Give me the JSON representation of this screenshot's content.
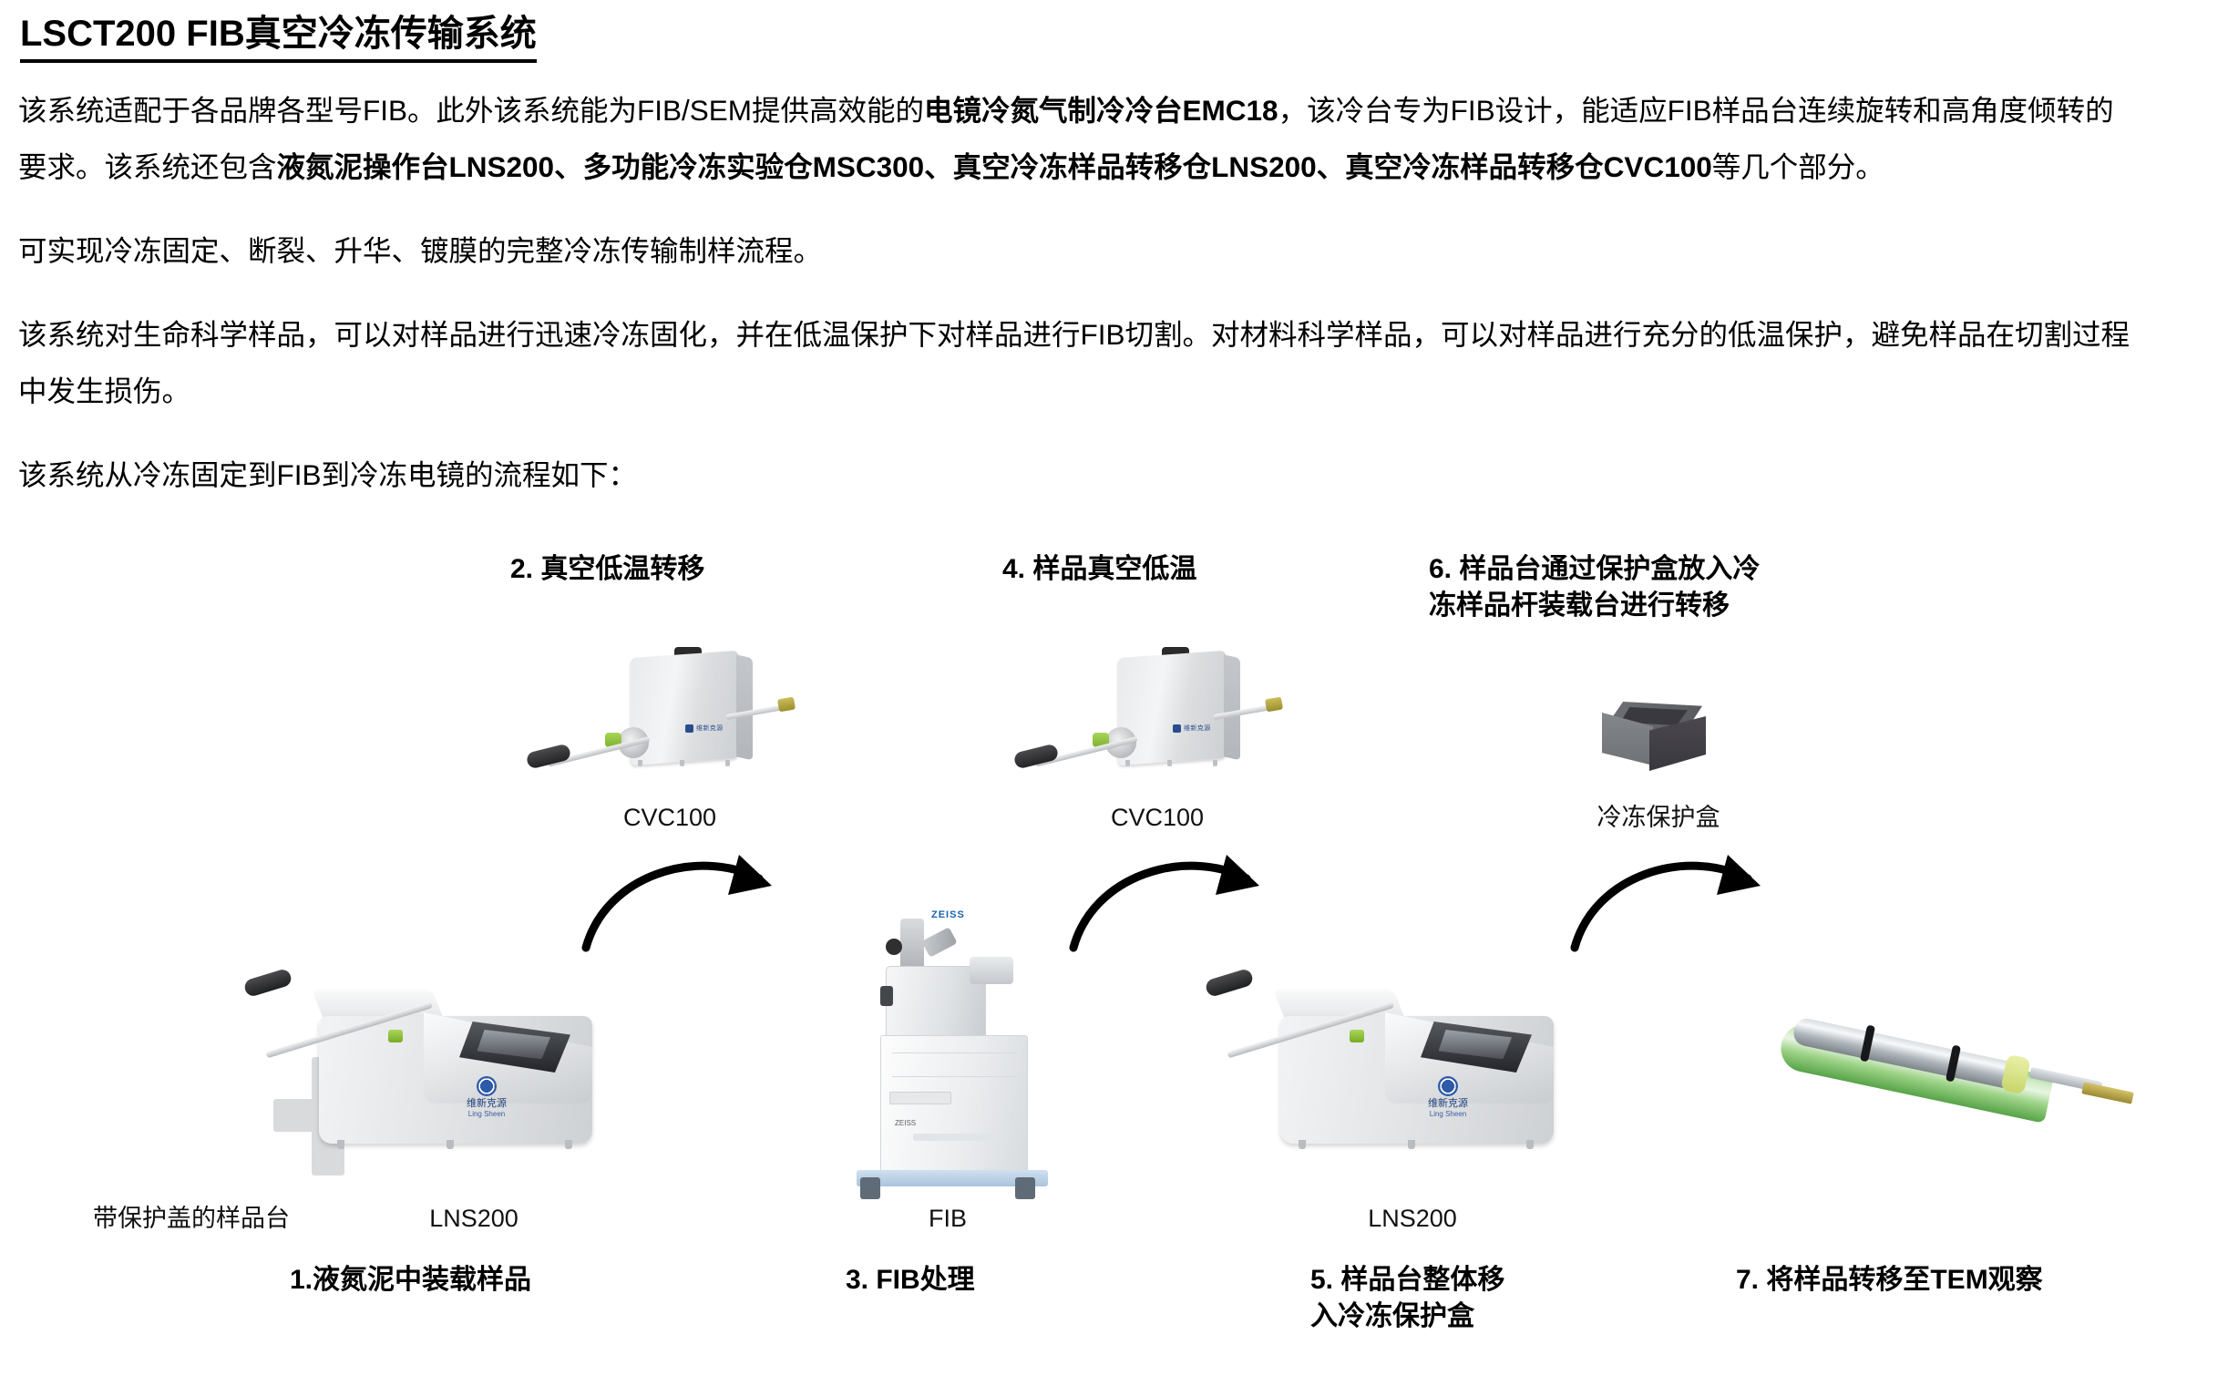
{
  "document": {
    "title": "LSCT200 FIB真空冷冻传输系统",
    "paragraphs": [
      {
        "id": "p1",
        "runs": [
          {
            "t": "该系统适配于各品牌各型号FIB。此外该系统能为FIB/SEM提供高效能的",
            "b": false
          },
          {
            "t": "电镜冷氮气制冷冷台EMC18",
            "b": true
          },
          {
            "t": "，该冷台专为FIB设计，能适应FIB样品台连续旋转和高角度倾转的要求。该系统还包含",
            "b": false
          },
          {
            "t": "液氮泥操作台LNS200、多功能冷冻实验仓MSC300、真空冷冻样品转移仓LNS200、真空冷冻样品转移仓CVC100",
            "b": true
          },
          {
            "t": "等几个部分。",
            "b": false
          }
        ]
      },
      {
        "id": "p2",
        "runs": [
          {
            "t": "可实现冷冻固定、断裂、升华、镀膜的完整冷冻传输制样流程。",
            "b": false
          }
        ]
      },
      {
        "id": "p3",
        "runs": [
          {
            "t": "该系统对生命科学样品，可以对样品进行迅速冷冻固化，并在低温保护下对样品进行FIB切割。对材料科学样品，可以对样品进行充分的低温保护，避免样品在切割过程中发生损伤。",
            "b": false
          }
        ]
      },
      {
        "id": "p4",
        "runs": [
          {
            "t": "该系统从冷冻固定到FIB到冷冻电镜的流程如下：",
            "b": false
          }
        ]
      }
    ]
  },
  "diagram": {
    "steps": [
      {
        "id": "step1",
        "label": "1.液氮泥中装载样品"
      },
      {
        "id": "step2",
        "label": "2. 真空低温转移"
      },
      {
        "id": "step3",
        "label": "3. FIB处理"
      },
      {
        "id": "step4",
        "label": "4. 样品真空低温"
      },
      {
        "id": "step5",
        "label": "5. 样品台整体移\n入冷冻保护盒"
      },
      {
        "id": "step6",
        "label": "6. 样品台通过保护盒放入冷\n冻样品杆装载台进行转移"
      },
      {
        "id": "step7",
        "label": "7. 将样品转移至TEM观察"
      }
    ],
    "device_captions": [
      {
        "id": "cap_holder",
        "label": "带保护盖的样品台"
      },
      {
        "id": "cap_lns200_a",
        "label": "LNS200"
      },
      {
        "id": "cap_fib",
        "label": "FIB"
      },
      {
        "id": "cap_cvc100_a",
        "label": "CVC100"
      },
      {
        "id": "cap_cvc100_b",
        "label": "CVC100"
      },
      {
        "id": "cap_cryobox",
        "label": "冷冻保护盒"
      },
      {
        "id": "cap_lns200_b",
        "label": "LNS200"
      }
    ],
    "device_brand": {
      "name": "维新克源",
      "sub": "Ling Sheen"
    },
    "fib_brand": "ZEISS",
    "colors": {
      "text": "#000000",
      "device_body": "#e9eaeb",
      "accent_green": "#8fd17a",
      "brand_blue": "#2f5aa8",
      "cryobox_dark": "#3a383f"
    }
  }
}
